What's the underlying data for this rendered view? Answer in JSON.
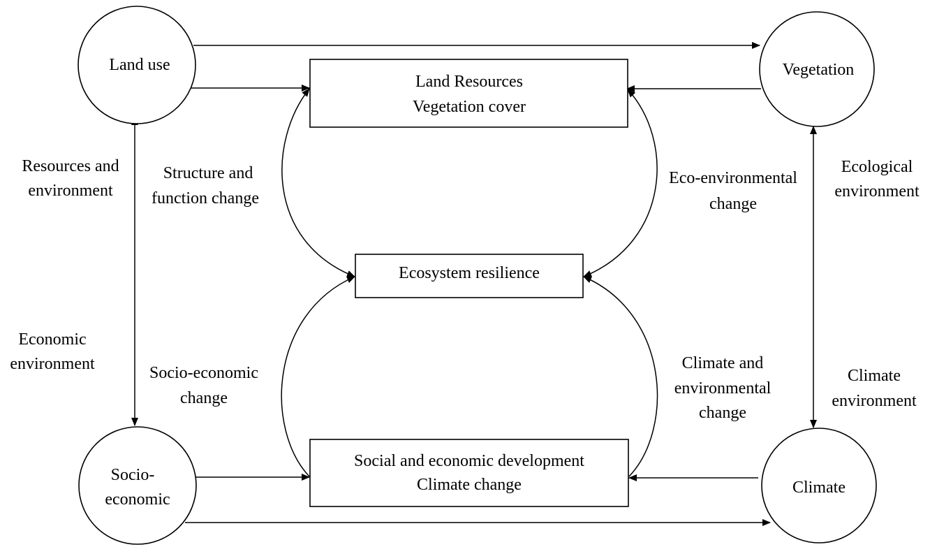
{
  "nodes": {
    "land_use": "Land use",
    "vegetation": "Vegetation",
    "socio_economic": [
      "Socio-",
      "economic"
    ],
    "climate": "Climate"
  },
  "boxes": {
    "land_resources": [
      "Land Resources",
      "Vegetation cover"
    ],
    "ecosystem_resilience": "Ecosystem resilience",
    "social_development": [
      "Social and economic development",
      "Climate change"
    ]
  },
  "labels": {
    "resources_environment": [
      "Resources and",
      "environment"
    ],
    "economic_environment": [
      "Economic",
      "environment"
    ],
    "structure_function": [
      "Structure and",
      "function change"
    ],
    "socio_economic_change": [
      "Socio-economic",
      "change"
    ],
    "eco_environmental_change": [
      "Eco-environmental",
      "change"
    ],
    "climate_environmental_change": [
      "Climate and",
      "environmental",
      "change"
    ],
    "ecological_environment": [
      "Ecological",
      "environment"
    ],
    "climate_environment": [
      "Climate",
      "environment"
    ]
  }
}
